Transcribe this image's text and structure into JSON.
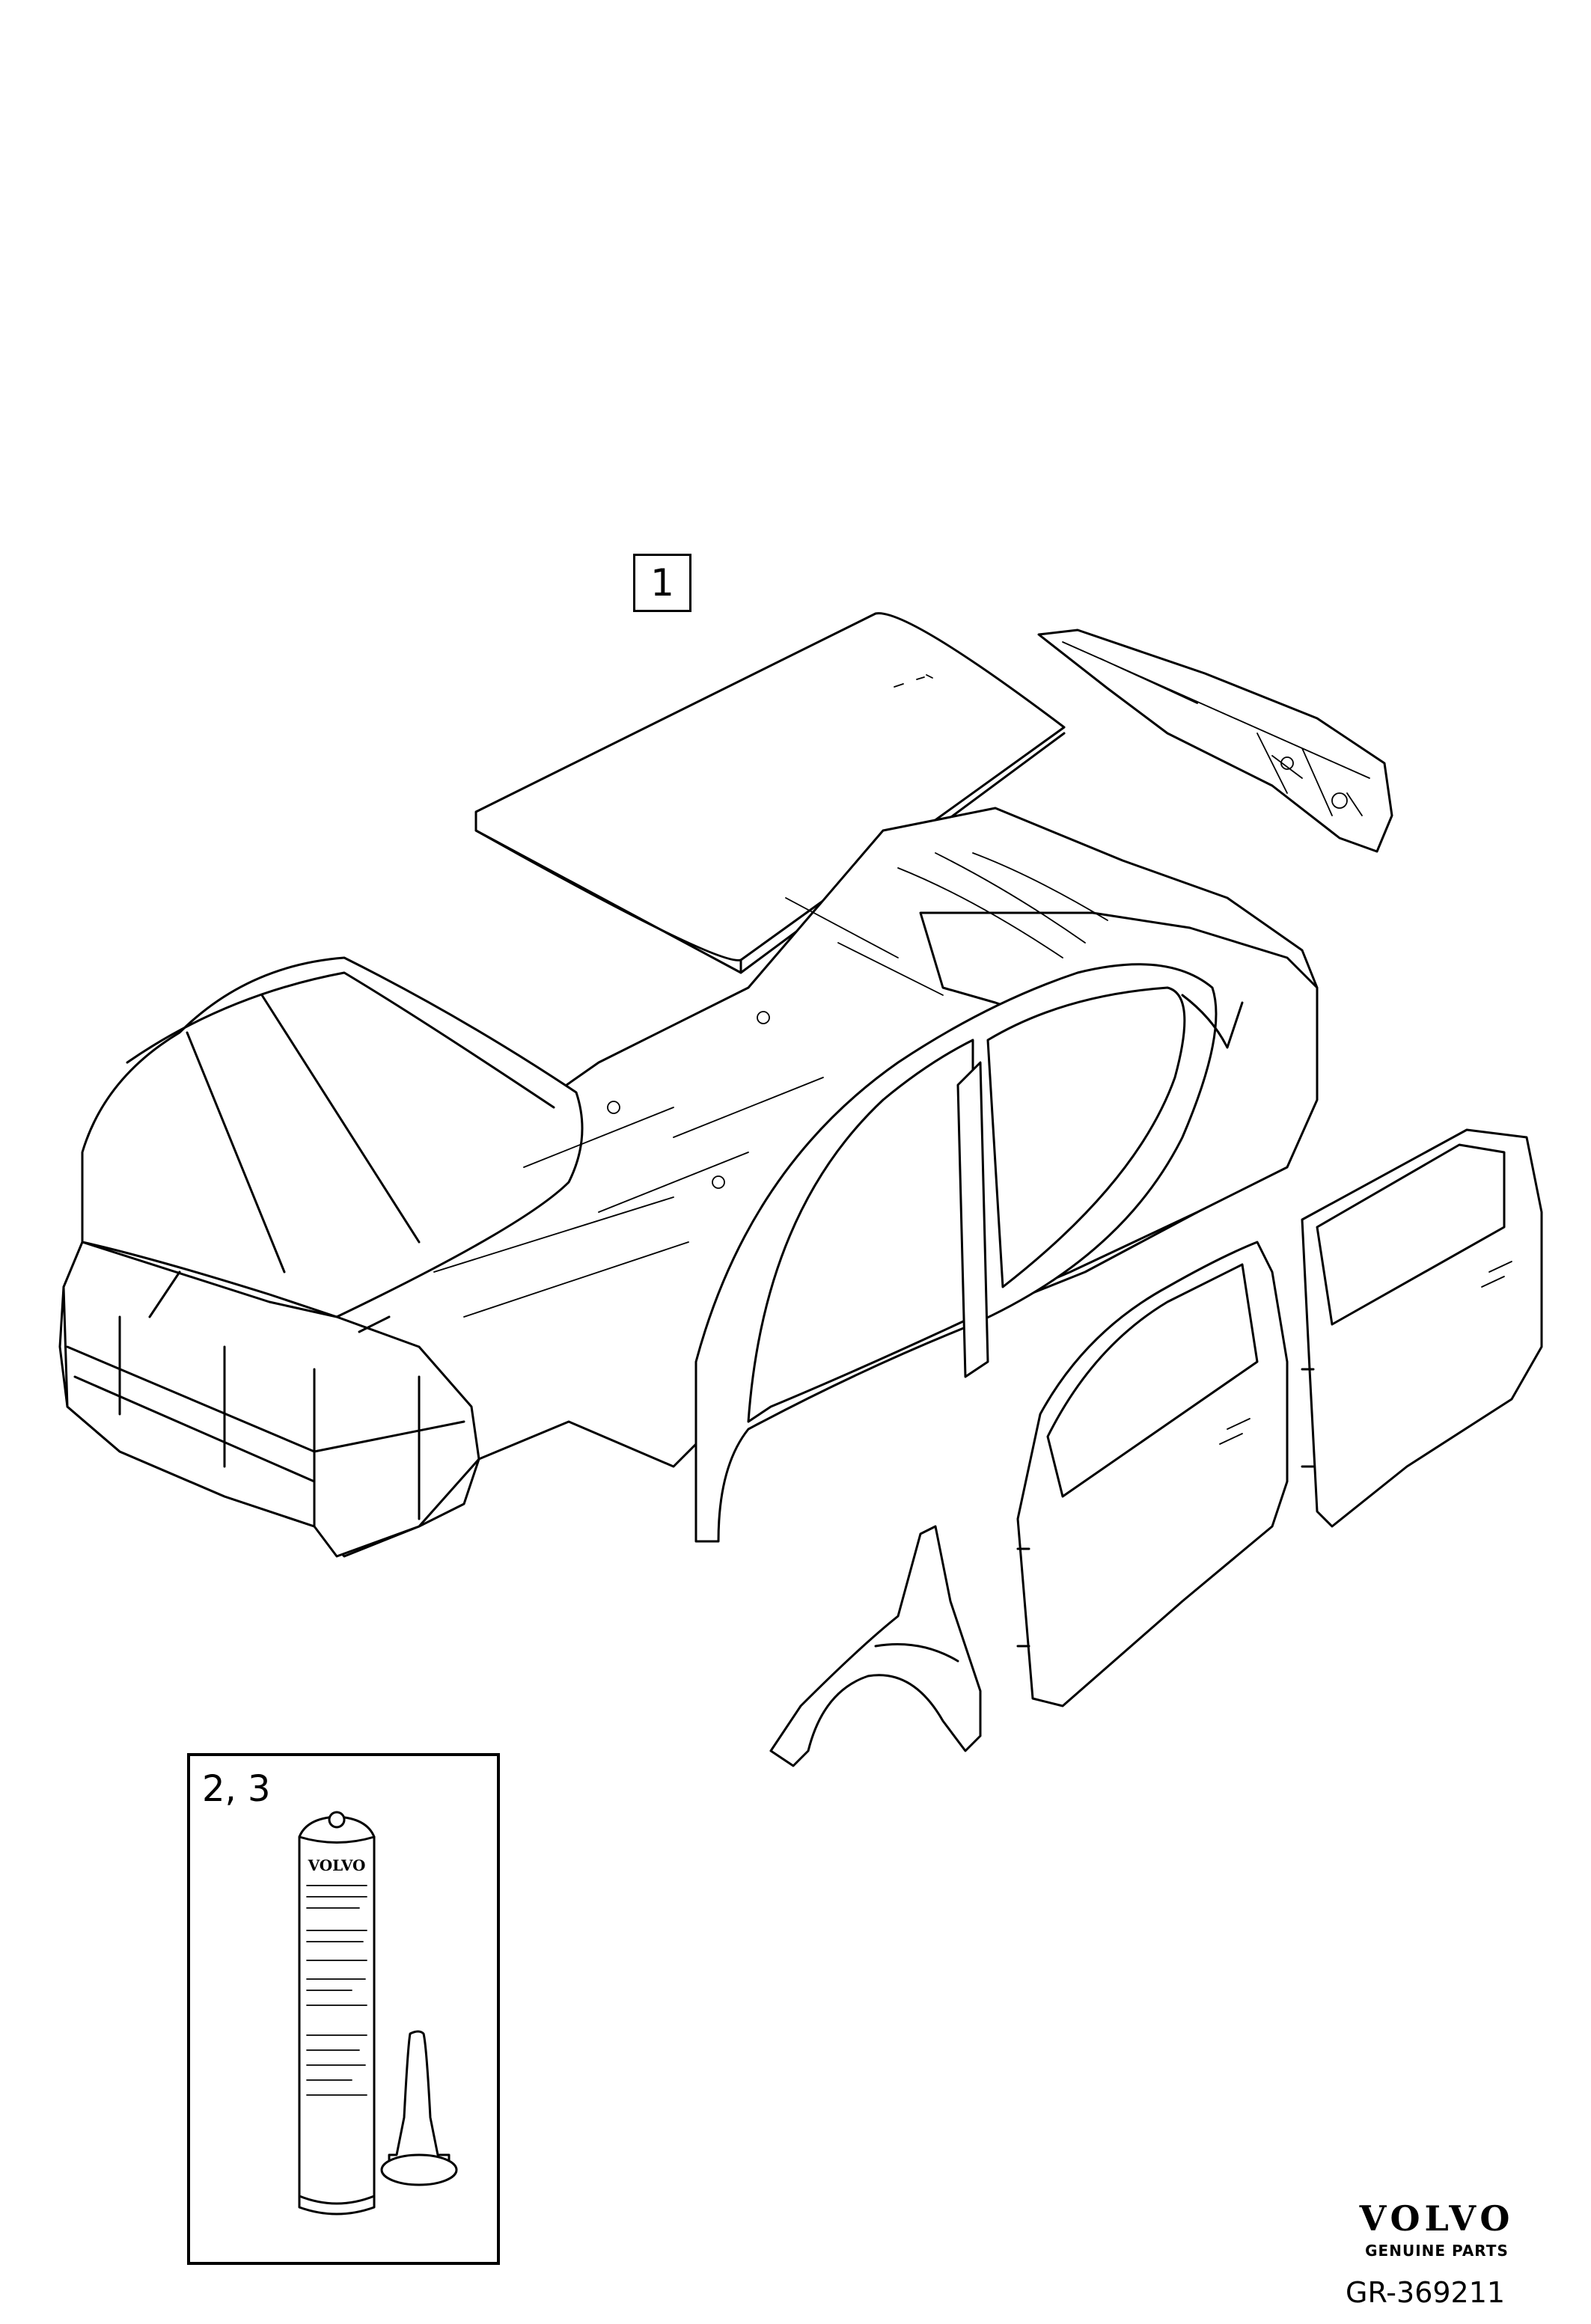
{
  "callouts": {
    "body_kit": "1",
    "sealant_kit": "2, 3"
  },
  "tube_text": {
    "brand": "VOLVO"
  },
  "brand": {
    "name": "VOLVO",
    "tagline": "GENUINE PARTS"
  },
  "reference_code": "GR-369211",
  "icons": [
    "car-body-shell",
    "roof-panel",
    "rear-crossmember",
    "hood",
    "front-fender",
    "front-door",
    "rear-door",
    "sealant-cartridge",
    "nozzle"
  ]
}
